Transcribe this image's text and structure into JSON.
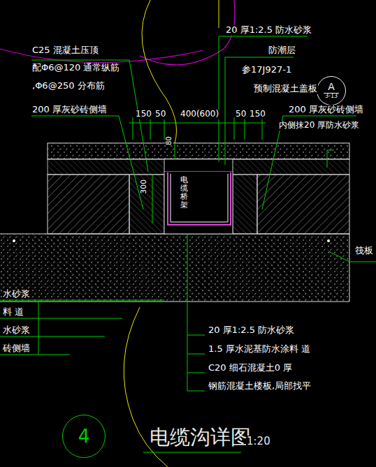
{
  "diagram": {
    "title": "电缆沟详图",
    "nodes": [
      {
        "text": [
          "A",
          "3-13"
        ]
      },
      {
        "text": [
          "4"
        ]
      }
    ],
    "labels": [
      "20 厚1:2.5 防水砂浆",
      "防潮层",
      "参17J927-1",
      "预制混凝土盖板",
      "C25 混凝土压顶",
      "配Φ6@120 通常纵筋",
      ",Φ6@250 分布筋",
      "200 厚灰砂砖侧墙",
      "200 厚灰砂砖侧墙",
      "内侧抹20 厚防水砂浆",
      "150",
      "50",
      "400(600)",
      "50",
      "150",
      "80",
      "300",
      "电缆桥架",
      "筏板",
      "水砂浆",
      "料 道",
      "水砂浆",
      "砖侧墙",
      "20 厚1:2.5 防水砂浆",
      "1.5 厚水泥基防水涂料 道",
      "C20 细石混凝土0 厚",
      "钢筋混凝土楼板,局部找平",
      "1:20"
    ]
  }
}
